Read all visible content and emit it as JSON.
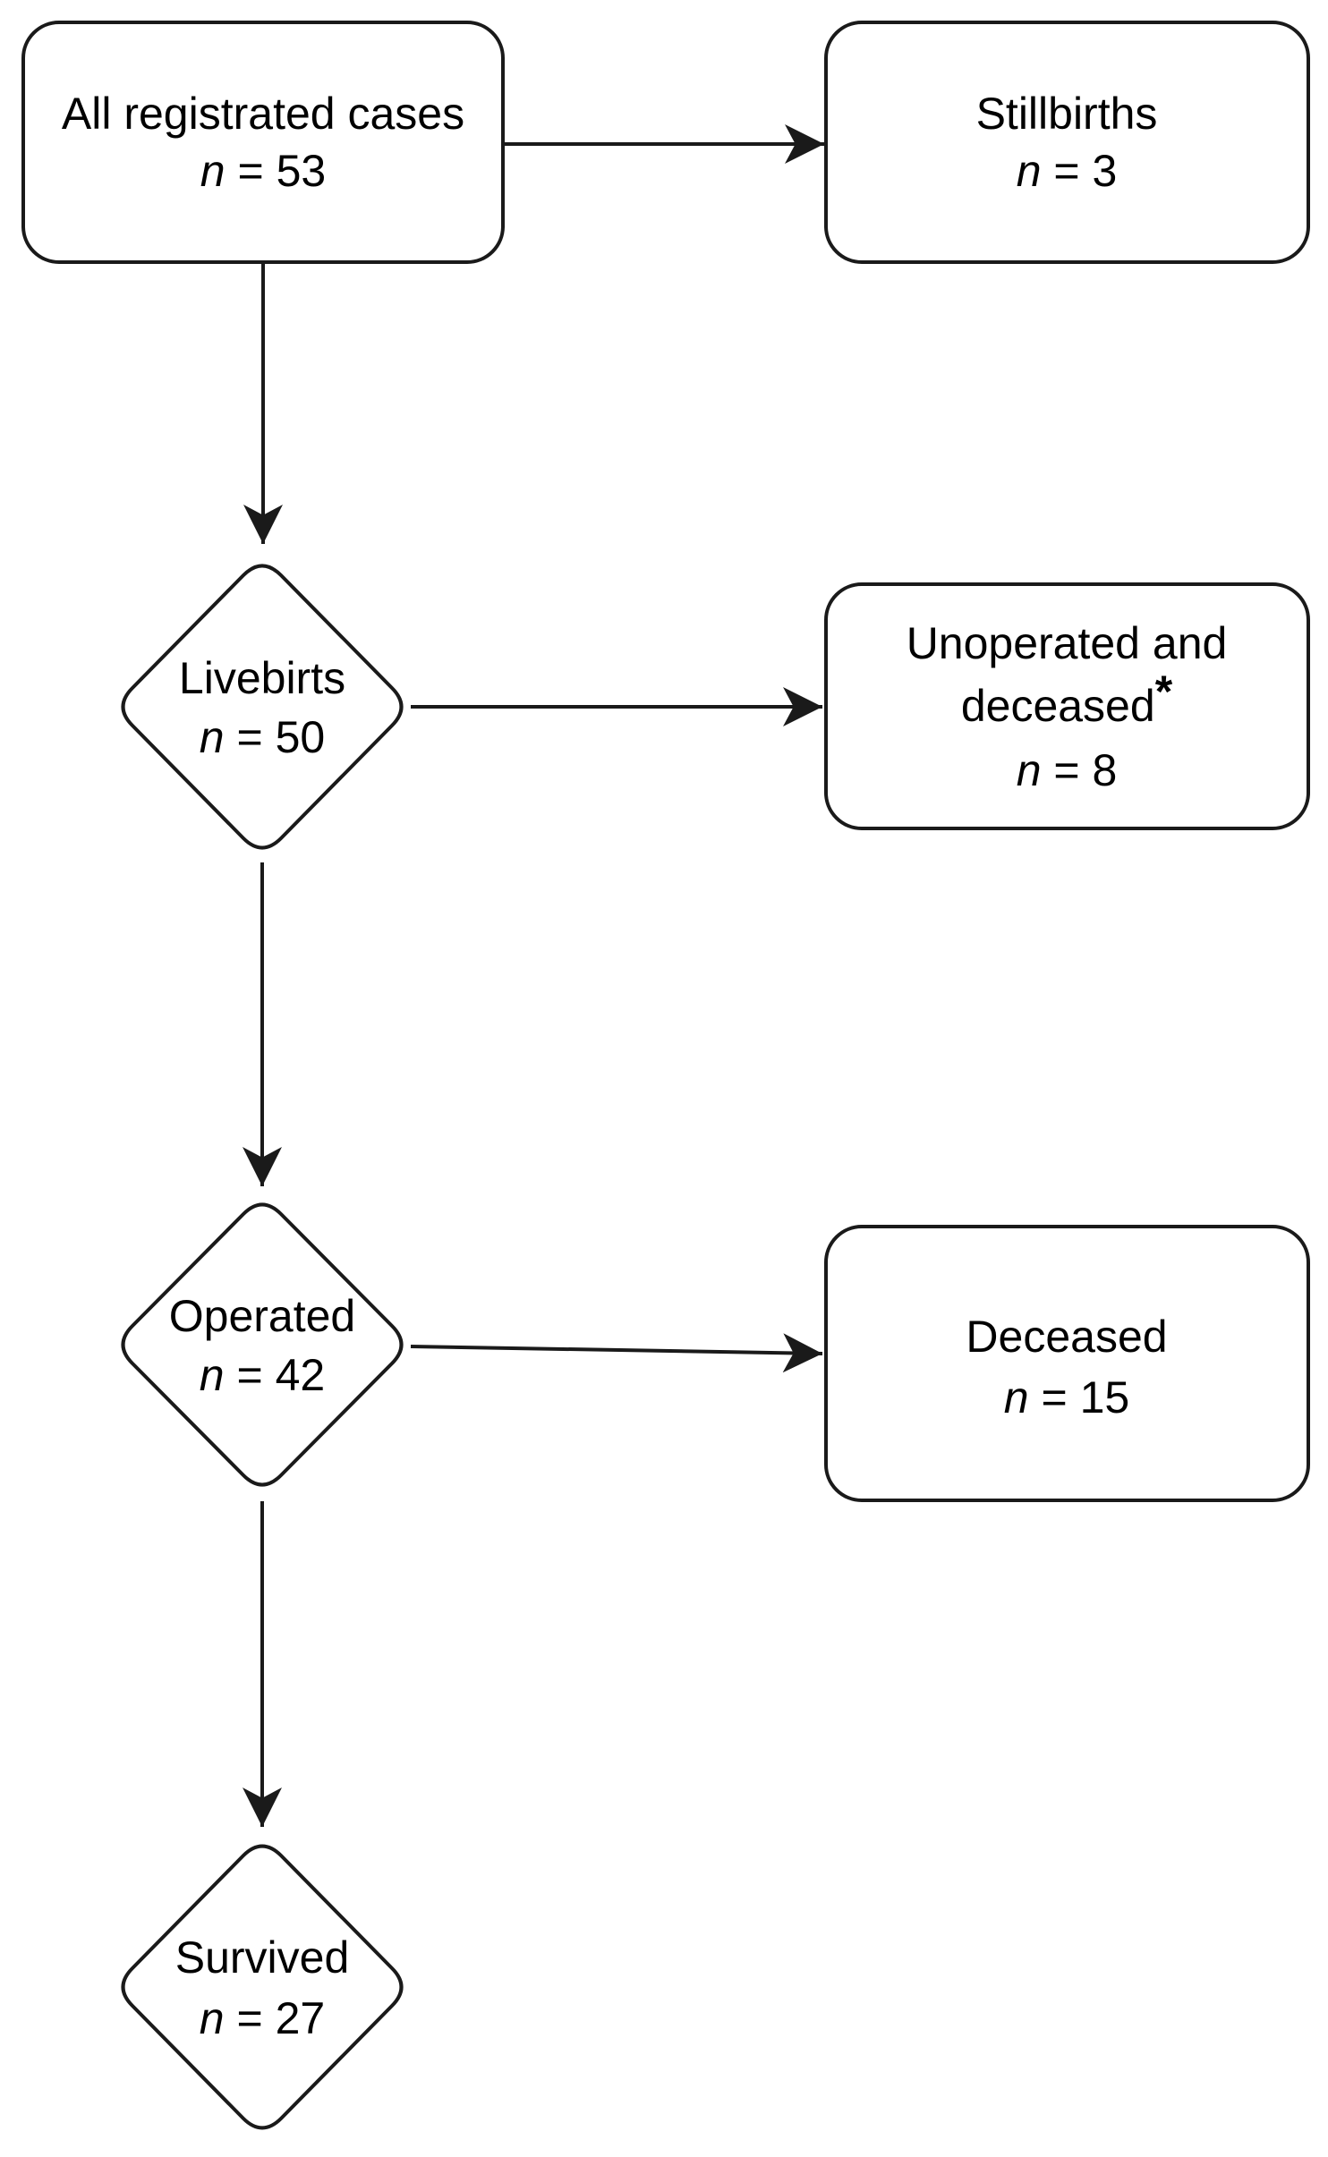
{
  "diagram": {
    "colors": {
      "stroke": "#1a1a1a",
      "node_fill": "#ffffff",
      "text": "#000000",
      "background": "#ffffff"
    },
    "nodes": {
      "all_cases": {
        "label": "All registrated cases",
        "n_var": "n",
        "n_value": " = 53"
      },
      "stillbirths": {
        "label": "Stillbirths",
        "n_var": "n",
        "n_value": " = 3"
      },
      "livebirths": {
        "label": "Livebirts",
        "n_var": "n",
        "n_value": " = 50"
      },
      "unoperated_deceased": {
        "label_line1": "Unoperated and",
        "label_line2": "deceased",
        "footnote_marker": "*",
        "n_var": "n",
        "n_value": " = 8"
      },
      "operated": {
        "label": "Operated",
        "n_var": "n",
        "n_value": " = 42"
      },
      "deceased": {
        "label": "Deceased",
        "n_var": "n",
        "n_value": " = 15"
      },
      "survived": {
        "label": "Survived",
        "n_var": "n",
        "n_value": " = 27"
      }
    },
    "edges": [
      {
        "from": "all_cases",
        "to": "stillbirths"
      },
      {
        "from": "all_cases",
        "to": "livebirths"
      },
      {
        "from": "livebirths",
        "to": "unoperated_deceased"
      },
      {
        "from": "livebirths",
        "to": "operated"
      },
      {
        "from": "operated",
        "to": "deceased"
      },
      {
        "from": "operated",
        "to": "survived"
      }
    ]
  }
}
